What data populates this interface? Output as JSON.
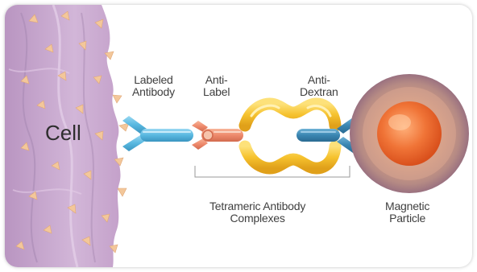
{
  "labels": {
    "cell": "Cell",
    "labeled_antibody": [
      "Labeled",
      "Antibody"
    ],
    "anti_label": [
      "Anti-",
      "Label"
    ],
    "anti_dextran": [
      "Anti-",
      "Dextran"
    ],
    "tetrameric_complexes": [
      "Tetrameric Antibody",
      "Complexes"
    ],
    "magnetic_particle": [
      "Magnetic",
      "Particle"
    ]
  },
  "colors": {
    "cell_purple": "#c9a7cf",
    "antigen_peach": "#f3c79a",
    "labeled_antibody_blue": "#5bbde4",
    "anti_label_salmon": "#ee8a6c",
    "tetramer_yellow": "#f6c22e",
    "anti_dextran_blue": "#3d8cb5",
    "particle_core": "#ee6a2c",
    "particle_ring": "#c69a8a"
  }
}
